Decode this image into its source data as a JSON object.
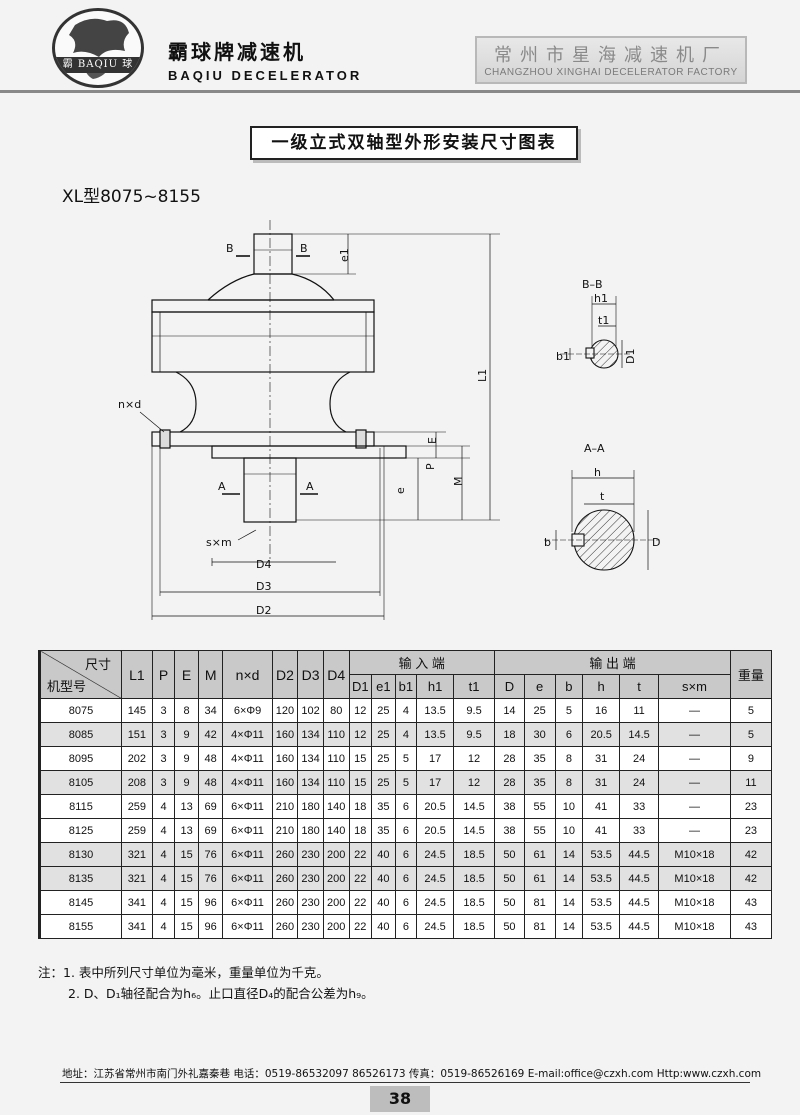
{
  "header": {
    "logo_text": "霸 BAQIU 球",
    "brand_cn": "霸球牌减速机",
    "brand_en": "BAQIU DECELERATOR",
    "factory_cn": "常州市星海减速机厂",
    "factory_en": "CHANGZHOU XINGHAI DECELERATOR FACTORY"
  },
  "title": "一级立式双轴型外形安装尺寸图表",
  "model_label": "XL型8075~8155",
  "drawing_labels": {
    "B_left": "B",
    "B_right": "B",
    "e1": "e1",
    "L1": "L1",
    "nxd": "n×d",
    "E": "E",
    "P": "P",
    "M": "M",
    "e": "e",
    "A_left": "A",
    "A_right": "A",
    "sxm": "s×m",
    "D4": "D4",
    "D3": "D3",
    "D2": "D2",
    "bb_title": "B–B",
    "h1": "h1",
    "t1": "t1",
    "b1": "b1",
    "D1": "D1",
    "aa_title": "A–A",
    "h": "h",
    "t": "t",
    "b": "b",
    "D": "D"
  },
  "table": {
    "corner_top": "尺寸",
    "corner_bottom": "机型号",
    "headers": [
      "L1",
      "P",
      "E",
      "M",
      "n×d",
      "D2",
      "D3",
      "D4"
    ],
    "input_group": "输 入 端",
    "input_headers": [
      "D1",
      "e1",
      "b1",
      "h1",
      "t1"
    ],
    "output_group": "输 出 端",
    "output_headers": [
      "D",
      "e",
      "b",
      "h",
      "t",
      "s×m"
    ],
    "weight": "重量",
    "rows": [
      [
        "8075",
        "145",
        "3",
        "8",
        "34",
        "6×Φ9",
        "120",
        "102",
        "80",
        "12",
        "25",
        "4",
        "13.5",
        "9.5",
        "14",
        "25",
        "5",
        "16",
        "11",
        "—",
        "5"
      ],
      [
        "8085",
        "151",
        "3",
        "9",
        "42",
        "4×Φ11",
        "160",
        "134",
        "110",
        "12",
        "25",
        "4",
        "13.5",
        "9.5",
        "18",
        "30",
        "6",
        "20.5",
        "14.5",
        "—",
        "5"
      ],
      [
        "8095",
        "202",
        "3",
        "9",
        "48",
        "4×Φ11",
        "160",
        "134",
        "110",
        "15",
        "25",
        "5",
        "17",
        "12",
        "28",
        "35",
        "8",
        "31",
        "24",
        "—",
        "9"
      ],
      [
        "8105",
        "208",
        "3",
        "9",
        "48",
        "4×Φ11",
        "160",
        "134",
        "110",
        "15",
        "25",
        "5",
        "17",
        "12",
        "28",
        "35",
        "8",
        "31",
        "24",
        "—",
        "11"
      ],
      [
        "8115",
        "259",
        "4",
        "13",
        "69",
        "6×Φ11",
        "210",
        "180",
        "140",
        "18",
        "35",
        "6",
        "20.5",
        "14.5",
        "38",
        "55",
        "10",
        "41",
        "33",
        "—",
        "23"
      ],
      [
        "8125",
        "259",
        "4",
        "13",
        "69",
        "6×Φ11",
        "210",
        "180",
        "140",
        "18",
        "35",
        "6",
        "20.5",
        "14.5",
        "38",
        "55",
        "10",
        "41",
        "33",
        "—",
        "23"
      ],
      [
        "8130",
        "321",
        "4",
        "15",
        "76",
        "6×Φ11",
        "260",
        "230",
        "200",
        "22",
        "40",
        "6",
        "24.5",
        "18.5",
        "50",
        "61",
        "14",
        "53.5",
        "44.5",
        "M10×18",
        "42"
      ],
      [
        "8135",
        "321",
        "4",
        "15",
        "76",
        "6×Φ11",
        "260",
        "230",
        "200",
        "22",
        "40",
        "6",
        "24.5",
        "18.5",
        "50",
        "61",
        "14",
        "53.5",
        "44.5",
        "M10×18",
        "42"
      ],
      [
        "8145",
        "341",
        "4",
        "15",
        "96",
        "6×Φ11",
        "260",
        "230",
        "200",
        "22",
        "40",
        "6",
        "24.5",
        "18.5",
        "50",
        "81",
        "14",
        "53.5",
        "44.5",
        "M10×18",
        "43"
      ],
      [
        "8155",
        "341",
        "4",
        "15",
        "96",
        "6×Φ11",
        "260",
        "230",
        "200",
        "22",
        "40",
        "6",
        "24.5",
        "18.5",
        "50",
        "81",
        "14",
        "53.5",
        "44.5",
        "M10×18",
        "43"
      ]
    ]
  },
  "notes": {
    "line1": "注：1. 表中所列尺寸单位为毫米，重量单位为千克。",
    "line2": "2. D、D₁轴径配合为h₆。止口直径D₄的配合公差为h₉。"
  },
  "footer": {
    "text": "地址：江苏省常州市南门外礼嘉秦巷  电话：0519-86532097  86526173  传真：0519-86526169  E-mail:office@czxh.com  Http:www.czxh.com",
    "page": "38"
  }
}
